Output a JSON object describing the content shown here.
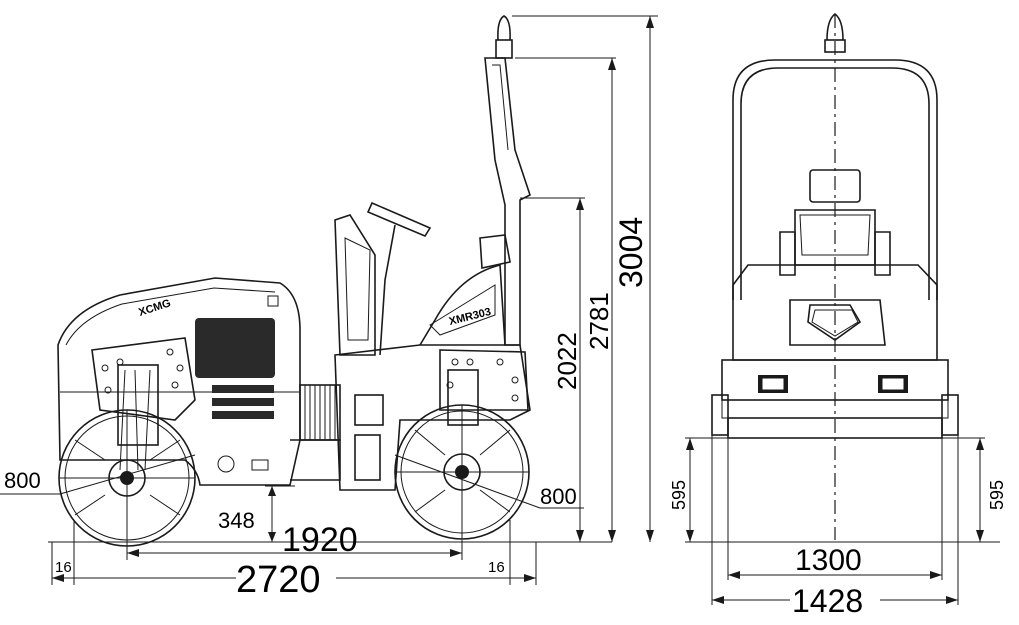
{
  "side_view": {
    "brand_label": "XCMG",
    "model_label": "XMR303",
    "dimensions": {
      "total_height": "3004",
      "rops_height": "2781",
      "steering_height": "2022",
      "drum_diameter_front": "800",
      "drum_diameter_rear": "800",
      "ground_clearance": "348",
      "wheelbase": "1920",
      "total_length": "2720",
      "front_overhang": "16",
      "rear_overhang": "16"
    }
  },
  "front_view": {
    "dimensions": {
      "drum_height_left": "595",
      "drum_height_right": "595",
      "drum_width": "1300",
      "total_width": "1428"
    }
  }
}
